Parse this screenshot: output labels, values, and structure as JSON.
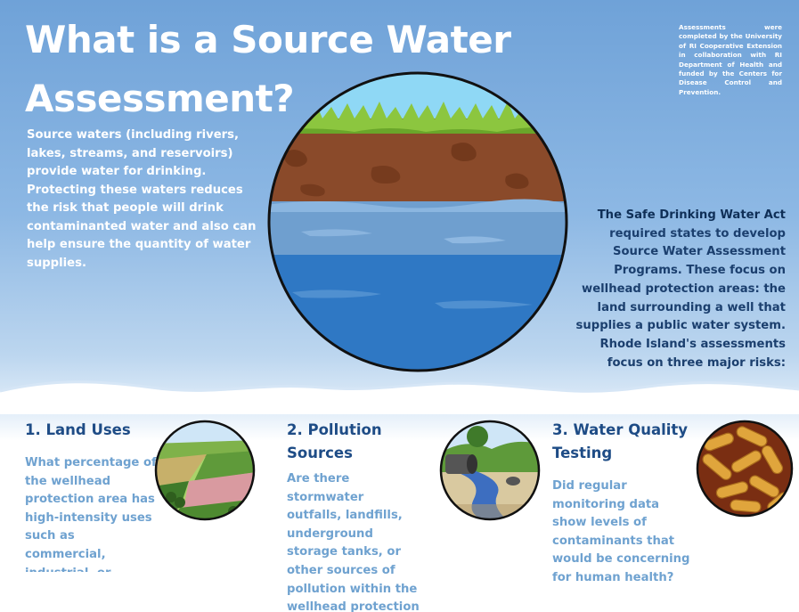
{
  "title": "What is a Source Water Assessment?",
  "intro": "Source waters (including rivers, lakes, streams, and reservoirs) provide water for drinking. Protecting these waters reduces the risk that people will drink contaminanted water and  also can help ensure the quantity of water supplies.",
  "credit": "Assessments were completed by the University of RI Cooperative Extension in collaboration with RI Department of Health and funded by the Centers for Disease Control and Prevention.",
  "sdwa": {
    "lead": "The Safe Drinking Water Act",
    "body": "required states to develop Source Water Assessment Programs. These focus on wellhead protection areas: the land surrounding a well that supplies a public water system. Rhode Island's assessments focus on three major risks:"
  },
  "sections": [
    {
      "heading": "1. Land Uses",
      "body": "What percentage of the wellhead protection area has high-intensity uses such as commercial, industrial, or cropland?",
      "icon": "farmland-icon"
    },
    {
      "heading": "2. Pollution Sources",
      "body": "Are there stormwater outfalls, landfills, underground storage tanks, or other sources of pollution within the wellhead protection area?",
      "icon": "outfall-pipe-icon"
    },
    {
      "heading": "3. Water Quality Testing",
      "body": "Did regular monitoring data show levels of contaminants that would be concerning for human health?",
      "icon": "bacteria-icon"
    }
  ],
  "colors": {
    "sky_top": "#6fa2d8",
    "heading_blue": "#1e4c86",
    "body_blue": "#6fa2d0",
    "soil": "#8a4a2a",
    "grass": "#8cc63f",
    "water": "#2f78c4"
  }
}
